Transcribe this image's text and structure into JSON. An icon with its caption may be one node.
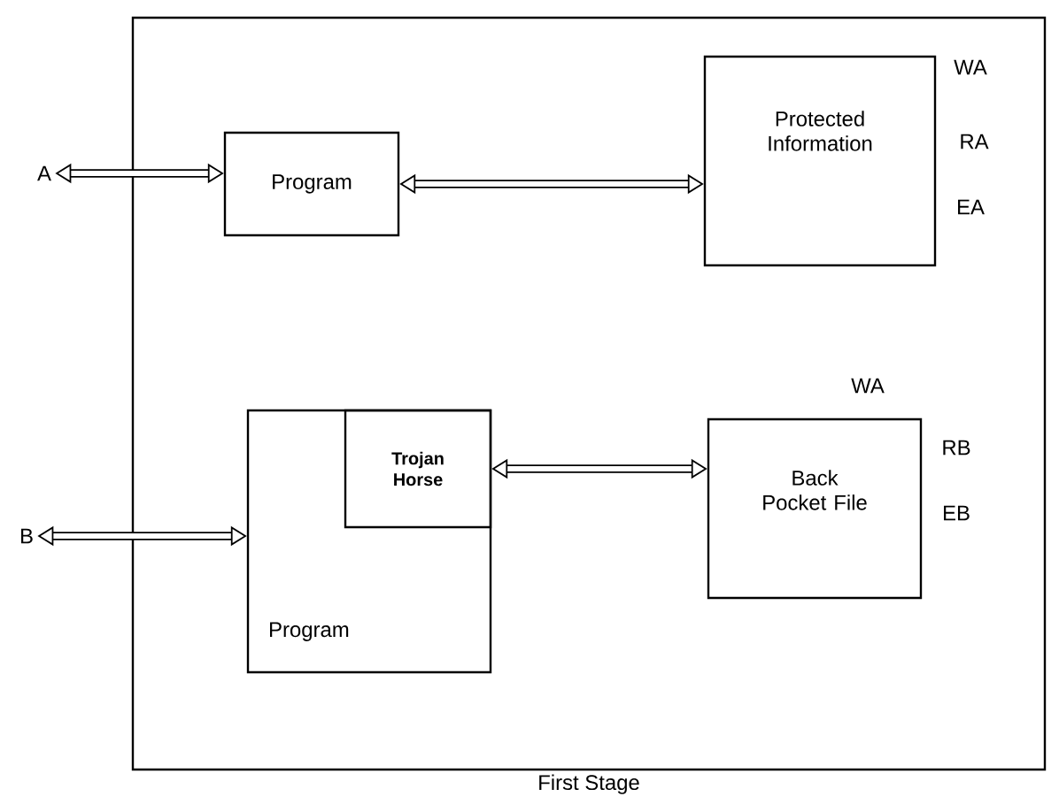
{
  "diagram": {
    "nodes": [
      {
        "text": [
          "First Stage"
        ]
      },
      {
        "text": [
          "A"
        ]
      },
      {
        "text": [
          "Program"
        ],
        "in": 0
      },
      {
        "text": [
          "Protected Information"
        ],
        "in": 0
      },
      {
        "text": [
          "B"
        ]
      },
      {
        "text": [
          "Program"
        ],
        "in": 0
      },
      {
        "text": [
          "Trojan Horse"
        ],
        "in": 5
      },
      {
        "text": [
          "Back Pocket File"
        ],
        "in": 0
      }
    ],
    "edges": [
      {
        "from": 1,
        "to": 2,
        "arrow": "both"
      },
      {
        "from": 2,
        "to": 3,
        "arrow": "both"
      },
      {
        "from": 4,
        "to": 5,
        "arrow": "both"
      },
      {
        "from": 6,
        "to": 7,
        "arrow": "both"
      }
    ],
    "labels": [
      "WA",
      "RA",
      "EA",
      "WA",
      "RB",
      "EB"
    ]
  }
}
